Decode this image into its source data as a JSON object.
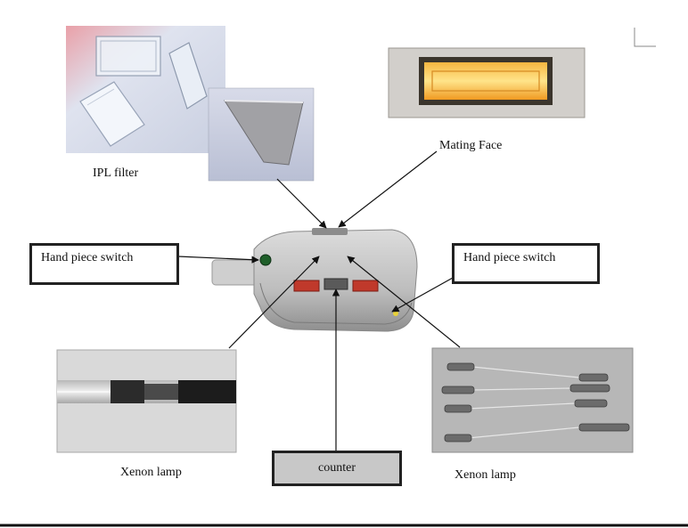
{
  "labels": {
    "ipl_filter": "IPL filter",
    "mating_face": "Mating Face",
    "hand_switch_left": "Hand piece switch",
    "hand_switch_right": "Hand piece switch",
    "xenon_left": "Xenon lamp",
    "xenon_right": "Xenon lamp",
    "counter": "counter"
  }
}
